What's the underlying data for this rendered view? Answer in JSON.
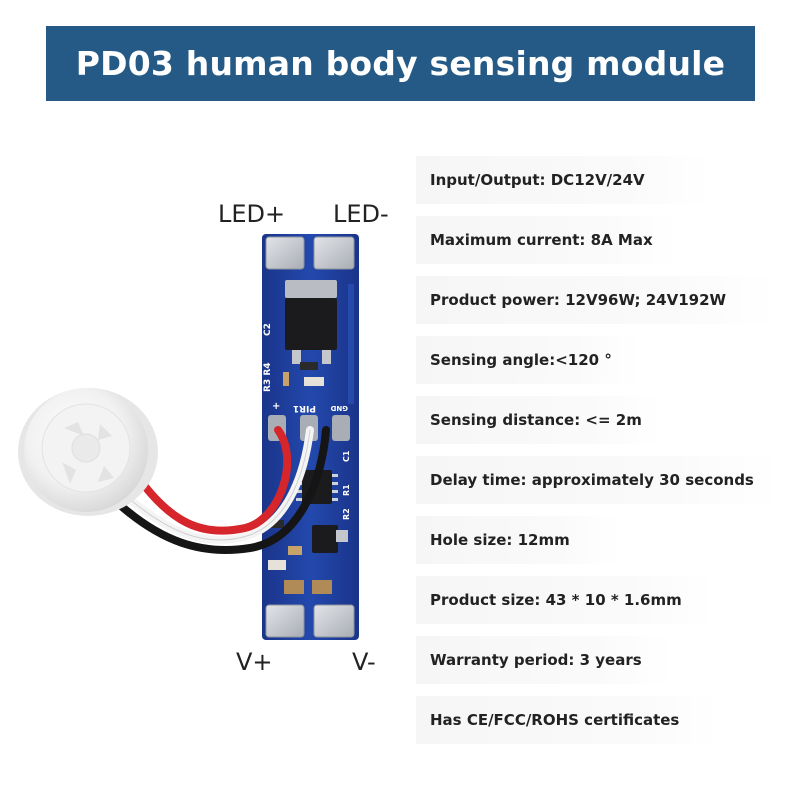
{
  "banner": {
    "title": "PD03 human body sensing module",
    "color": "#245a85"
  },
  "board": {
    "labels": {
      "led_plus": "LED+",
      "led_minus": "LED-",
      "v_plus": "V+",
      "v_minus": "V-"
    },
    "silkscreen": {
      "c2": "C2",
      "r3r4": "R3 R4",
      "plus": "+",
      "pir": "PIR1",
      "gnd": "GND",
      "c1": "C1",
      "r1": "R1",
      "r2": "R2"
    },
    "pcb_color": "#1f3f9a",
    "pad_color": "#c9ccd2"
  },
  "specs": [
    "Input/Output: DC12V/24V",
    "Maximum current: 8A Max",
    "Product power: 12V96W; 24V192W",
    "Sensing angle:<120 °",
    "Sensing distance: <= 2m",
    "Delay time: approximately 30 seconds",
    "Hole size: 12mm",
    "Product size: 43 * 10 * 1.6mm",
    "Warranty period: 3 years",
    "Has CE/FCC/ROHS certificates"
  ]
}
